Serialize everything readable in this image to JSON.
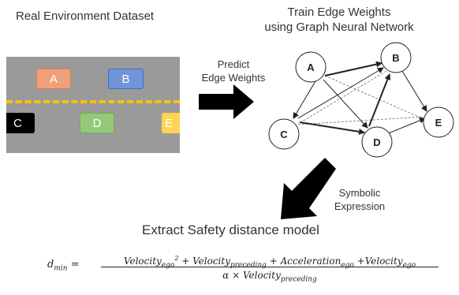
{
  "left_title": "Real Environment Dataset",
  "right_title_line1": "Train Edge Weights",
  "right_title_line2": "using Graph Neural Network",
  "arrow1_label_line1": "Predict",
  "arrow1_label_line2": "Edge Weights",
  "arrow2_label_line1": "Symbolic",
  "arrow2_label_line2": "Expression",
  "bottom_title": "Extract Safety distance model",
  "cars": {
    "a": "A",
    "b": "B",
    "c": "C",
    "d": "D",
    "e": "E"
  },
  "nodes": [
    "A",
    "B",
    "C",
    "D",
    "E"
  ],
  "colors": {
    "road": "#9a9a9a",
    "lane": "#ffc000",
    "car_a": "#f0a07a",
    "car_b": "#6f94d8",
    "car_c": "#000000",
    "car_d": "#95c97a",
    "car_e": "#ffd452"
  },
  "formula": {
    "lhs": "d",
    "lhs_sub": "min",
    "eq": "=",
    "num_1": "Velocity",
    "num_1_sub": "ego",
    "num_1_sup": "2",
    "plus1": " + ",
    "num_2": "Velocity",
    "num_2_sub": "preceding",
    "plus2": " + ",
    "num_3": "Acceleration",
    "num_3_sub": "ego",
    "plus3": " +",
    "num_4": "Velocity",
    "num_4_sub": "ego",
    "den_1": "α × ",
    "den_2": "Velocity",
    "den_2_sub": "preceding"
  }
}
